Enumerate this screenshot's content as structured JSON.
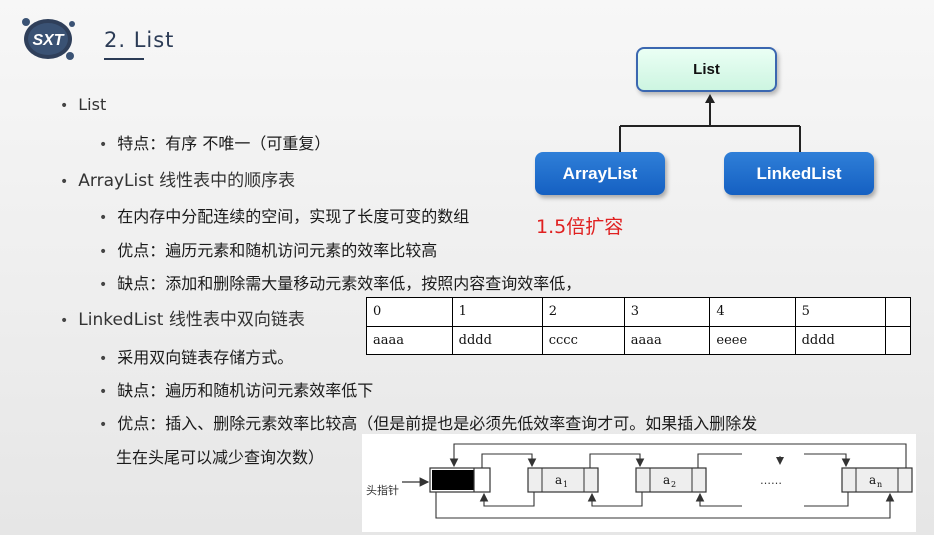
{
  "logo": {
    "text": "SXT"
  },
  "title": "2. List",
  "bullets": [
    {
      "level": 1,
      "text": "List"
    },
    {
      "level": 2,
      "text": "特点：有序 不唯一（可重复）"
    },
    {
      "level": 1,
      "text": "ArrayList 线性表中的顺序表"
    },
    {
      "level": 2,
      "text": "在内存中分配连续的空间，实现了长度可变的数组"
    },
    {
      "level": 2,
      "text": "优点：遍历元素和随机访问元素的效率比较高"
    },
    {
      "level": 2,
      "text": "缺点：添加和删除需大量移动元素效率低，按照内容查询效率低，"
    },
    {
      "level": 1,
      "text": "LinkedList 线性表中双向链表"
    },
    {
      "level": 2,
      "text": "采用双向链表存储方式。"
    },
    {
      "level": 2,
      "text": "缺点：遍历和随机访问元素效率低下"
    },
    {
      "level": 2,
      "text": "优点：插入、删除元素效率比较高（但是前提也是必须先低效率查询才可。如果插入删除发"
    },
    {
      "level": 2,
      "text": "生在头尾可以减少查询次数）",
      "continuation": true
    }
  ],
  "diagram": {
    "parent": "List",
    "children": [
      "ArrayList",
      "LinkedList"
    ],
    "note": "1.5倍扩容"
  },
  "array_table": {
    "indices": [
      "0",
      "1",
      "2",
      "3",
      "4",
      "5",
      ""
    ],
    "values": [
      "aaaa",
      "dddd",
      "cccc",
      "aaaa",
      "eeee",
      "dddd",
      ""
    ]
  },
  "linked_list": {
    "head_label": "头指针",
    "nodes": [
      "a",
      "a",
      "a"
    ],
    "subscripts": [
      "1",
      "2",
      "n"
    ],
    "ellipsis": "……"
  },
  "colors": {
    "title": "#2b3b55",
    "note": "#e02020",
    "child_box": "#1560c2",
    "parent_box_border": "#3b67b0"
  }
}
